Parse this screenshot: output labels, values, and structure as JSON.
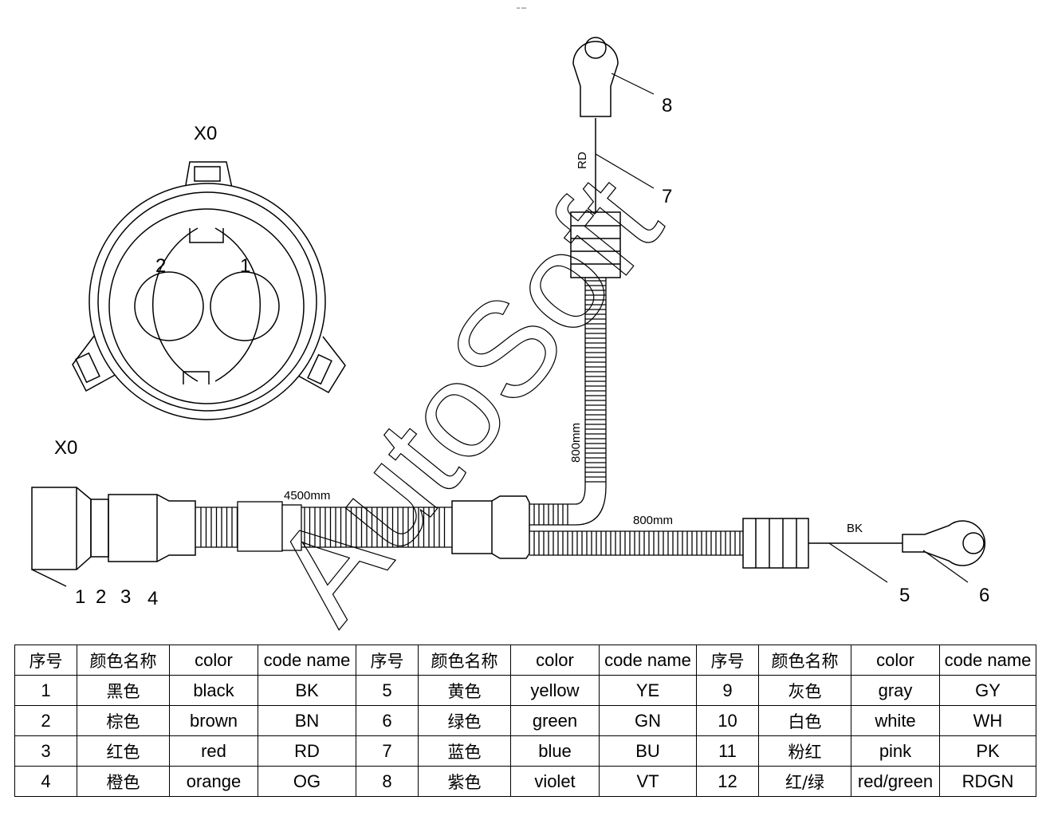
{
  "header_mark": "▫▫ ▫▫▫",
  "watermark": "AutoSoft",
  "connector_front": {
    "title": "X0",
    "pin_labels": [
      "2",
      "1"
    ]
  },
  "connector_side": {
    "title": "X0",
    "pin_numbers": [
      "1",
      "2",
      "3",
      "4"
    ]
  },
  "harness": {
    "main_length": "4500mm",
    "branch_up_length": "800mm",
    "branch_right_length": "800mm",
    "wire_up_code": "RD",
    "wire_right_code": "BK"
  },
  "callouts": [
    "8",
    "7",
    "5",
    "6"
  ],
  "table": {
    "headers": [
      "序号",
      "颜色名称",
      "color",
      "code name",
      "序号",
      "颜色名称",
      "color",
      "code name",
      "序号",
      "颜色名称",
      "color",
      "code name"
    ],
    "rows": [
      [
        "1",
        "黑色",
        "black",
        "BK",
        "5",
        "黄色",
        "yellow",
        "YE",
        "9",
        "灰色",
        "gray",
        "GY"
      ],
      [
        "2",
        "棕色",
        "brown",
        "BN",
        "6",
        "绿色",
        "green",
        "GN",
        "10",
        "白色",
        "white",
        "WH"
      ],
      [
        "3",
        "红色",
        "red",
        "RD",
        "7",
        "蓝色",
        "blue",
        "BU",
        "11",
        "粉红",
        "pink",
        "PK"
      ],
      [
        "4",
        "橙色",
        "orange",
        "OG",
        "8",
        "紫色",
        "violet",
        "VT",
        "12",
        "红/绿",
        "red/green",
        "RDGN"
      ]
    ]
  }
}
